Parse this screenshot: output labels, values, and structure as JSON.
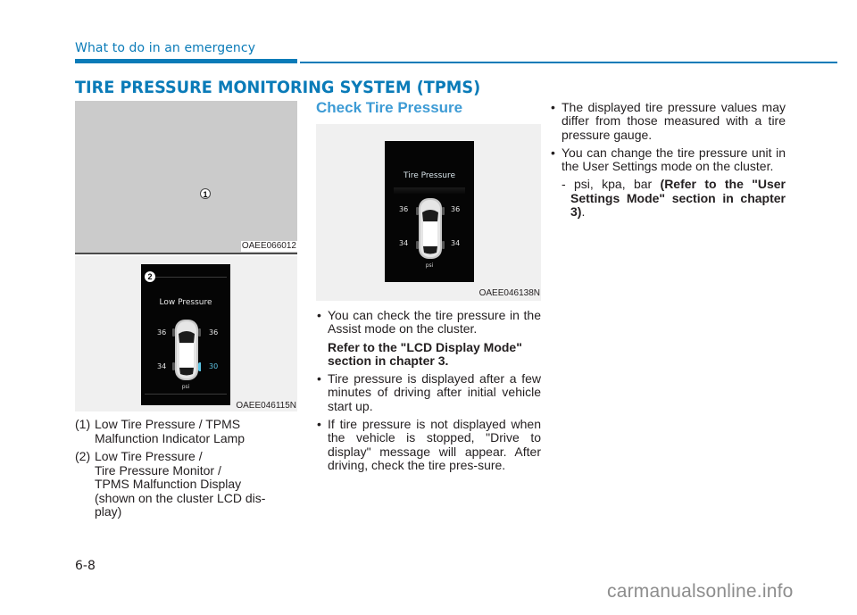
{
  "header": {
    "section": "What to do in an emergency",
    "title": "TIRE PRESSURE MONITORING SYSTEM (TPMS)",
    "accent_color": "#0a7bb8"
  },
  "left_column": {
    "figure1": {
      "marker": "1",
      "code": "OAEE066012"
    },
    "figure2": {
      "marker": "2",
      "code": "OAEE046115N",
      "lcd": {
        "title": "Low Pressure",
        "front_left": "36",
        "front_right": "36",
        "rear_left": "34",
        "rear_right": "30",
        "unit": "psi",
        "low_tire": "rear_right"
      }
    },
    "legend": [
      {
        "num": "(1)",
        "text": "Low Tire Pressure / TPMS Malfunction Indicator Lamp"
      },
      {
        "num": "(2)",
        "lines": [
          "Low Tire Pressure /",
          "Tire Pressure Monitor /",
          "TPMS Malfunction Display",
          "(shown on the cluster LCD dis-",
          "play)"
        ]
      }
    ]
  },
  "middle_column": {
    "heading": "Check Tire Pressure",
    "figure3": {
      "code": "OAEE046138N",
      "lcd": {
        "title": "Tire Pressure",
        "front_left": "36",
        "front_right": "36",
        "rear_left": "34",
        "rear_right": "34",
        "unit": "psi"
      }
    },
    "bullets": [
      {
        "text": "You can check the tire pressure in the Assist mode on the cluster.",
        "bold": "Refer to the \"LCD Display Mode\" section in chapter 3."
      },
      {
        "text": "Tire pressure is displayed after a few minutes of driving after initial vehicle start up."
      },
      {
        "text": "If tire pressure is not displayed when the vehicle is stopped, \"Drive to display\" message will appear. After driving, check the tire pres-sure."
      }
    ]
  },
  "right_column": {
    "bullets": [
      {
        "text": "The displayed tire pressure values may differ from those measured with a tire pressure gauge."
      },
      {
        "text": "You can change the tire pressure unit in the User Settings mode on the cluster.",
        "sub_plain": "- psi, kpa, bar ",
        "sub_bold": "(Refer to the \"User Settings Mode\" section in chapter 3)",
        "sub_end": "."
      }
    ]
  },
  "footer": {
    "page_number": "6-8",
    "watermark": "carmanualsonline.info"
  }
}
